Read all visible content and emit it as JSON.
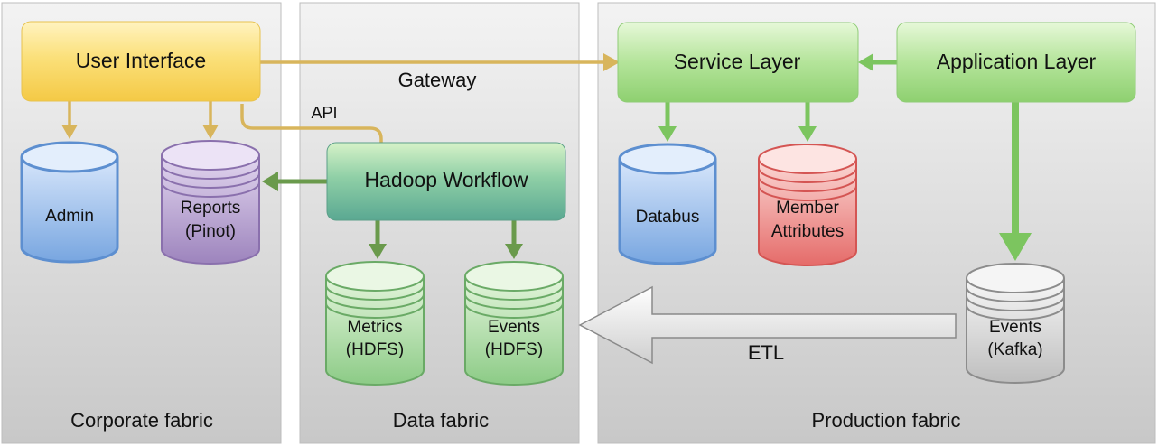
{
  "panels": {
    "corporate": {
      "label": "Corporate fabric"
    },
    "data": {
      "label": "Data fabric"
    },
    "production": {
      "label": "Production fabric"
    }
  },
  "boxes": {
    "user_interface": {
      "label": "User Interface",
      "color": "#f7d24a"
    },
    "hadoop_workflow": {
      "label": "Hadoop Workflow",
      "color": "#5fae97"
    },
    "service_layer": {
      "label": "Service Layer",
      "color": "#96d67e"
    },
    "application_layer": {
      "label": "Application Layer",
      "color": "#96d67e"
    }
  },
  "databases": {
    "admin": {
      "line1": "Admin",
      "line2": "",
      "color": "#6fa0dd"
    },
    "reports": {
      "line1": "Reports",
      "line2": "(Pinot)",
      "color": "#9b82b8"
    },
    "metrics_hdfs": {
      "line1": "Metrics",
      "line2": "(HDFS)",
      "color": "#6fb070"
    },
    "events_hdfs": {
      "line1": "Events",
      "line2": "(HDFS)",
      "color": "#6fb070"
    },
    "databus": {
      "line1": "Databus",
      "line2": "",
      "color": "#6fa0dd"
    },
    "member_attributes": {
      "line1": "Member",
      "line2": "Attributes",
      "color": "#e66a6a"
    },
    "events_kafka": {
      "line1": "Events",
      "line2": "(Kafka)",
      "color": "#bdbdbd"
    }
  },
  "edges": {
    "gateway": {
      "label": "Gateway"
    },
    "api": {
      "label": "API"
    },
    "etl": {
      "label": "ETL"
    }
  },
  "colors": {
    "yellow_arrow": "#d8b55c",
    "green_arrow": "#6a9a4c",
    "light_green_arrow": "#7cc55f",
    "panel_fill": "#dddddd"
  }
}
